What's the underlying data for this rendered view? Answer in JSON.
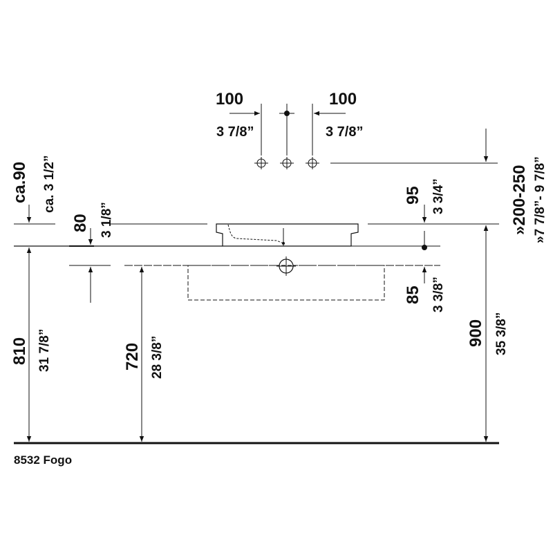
{
  "drawing": {
    "tap_left": {
      "mm": "100",
      "inch": "3 7/8”"
    },
    "tap_right": {
      "mm": "100",
      "inch": "3 7/8”"
    },
    "tap_height": {
      "mm": "»200-250",
      "inch": "»7 7/8”- 9 7/8”"
    },
    "ca90": {
      "mm": "ca.90",
      "inch": "ca. 3 1/2”"
    },
    "d80": {
      "mm": "80",
      "inch": "3 1/8”"
    },
    "d95": {
      "mm": "95",
      "inch": "3 3/4”"
    },
    "d85": {
      "mm": "85",
      "inch": "3 3/8”"
    },
    "d810": {
      "mm": "810",
      "inch": "31 7/8”"
    },
    "d720": {
      "mm": "720",
      "inch": "28 3/8”"
    },
    "d900": {
      "mm": "900",
      "inch": "35 3/8”"
    }
  },
  "caption": "8532 Fogo"
}
